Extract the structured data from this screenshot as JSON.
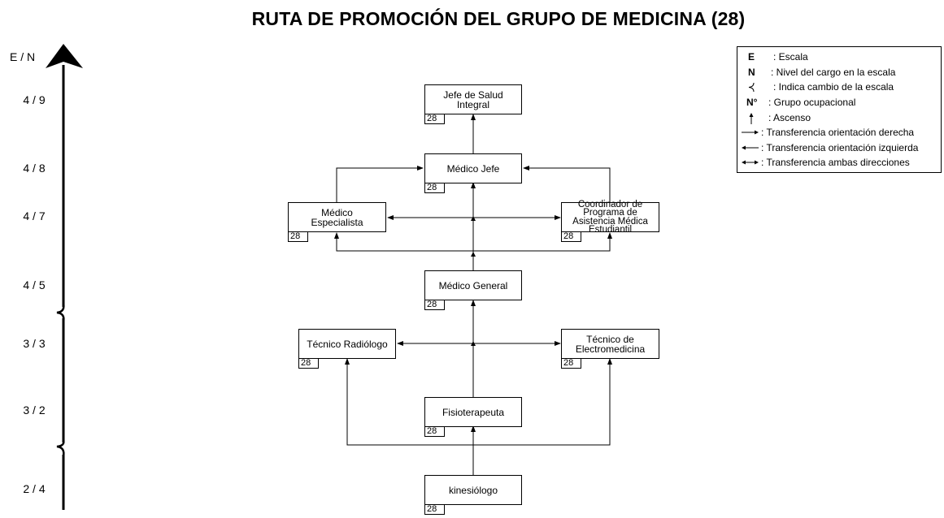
{
  "title": "RUTA DE PROMOCIÓN DEL GRUPO DE MEDICINA (28)",
  "axis_label": "E / N",
  "levels": [
    "4 / 9",
    "4 / 8",
    "4 / 7",
    "4 / 5",
    "3 / 3",
    "3 / 2",
    "2 / 4"
  ],
  "nodes": {
    "jefe_salud": {
      "label": "Jefe de Salud\nIntegral",
      "group": "28"
    },
    "medico_jefe": {
      "label": "Médico Jefe",
      "group": "28"
    },
    "medico_especialista": {
      "label": "Médico\nEspecialista",
      "group": "28"
    },
    "coordinador": {
      "label": "Coordinador de\nPrograma de\nAsistencia Médica\nEstudiantil",
      "group": "28"
    },
    "medico_general": {
      "label": "Médico General",
      "group": "28"
    },
    "tecnico_radiologo": {
      "label": "Técnico Radiólogo",
      "group": "28"
    },
    "tecnico_electro": {
      "label": "Técnico de\nElectromedicina",
      "group": "28"
    },
    "fisioterapeuta": {
      "label": "Fisioterapeuta",
      "group": "28"
    },
    "kinesiologo": {
      "label": "kinesiólogo",
      "group": "28"
    }
  },
  "legend": [
    {
      "symbol": "E",
      "text": ": Escala"
    },
    {
      "symbol": "N",
      "text": ": Nivel del cargo en la escala"
    },
    {
      "symbol": "brace-icon",
      "text": ": Indica cambio de la escala"
    },
    {
      "symbol": "N°",
      "text": ": Grupo ocupacional"
    },
    {
      "symbol": "up-arrow-icon",
      "text": ": Ascenso"
    },
    {
      "symbol": "right-arrow-icon",
      "text": ": Transferencia orientación derecha"
    },
    {
      "symbol": "left-arrow-icon",
      "text": ": Transferencia orientación izquierda"
    },
    {
      "symbol": "both-arrow-icon",
      "text": ": Transferencia ambas direcciones"
    }
  ]
}
